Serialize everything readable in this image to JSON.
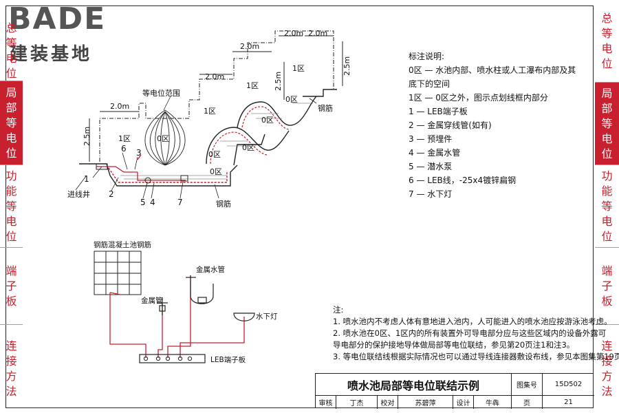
{
  "logo": {
    "word": "BADE",
    "subtitle": "建装基地"
  },
  "left_tabs": [
    {
      "label": "总等电位",
      "active": false
    },
    {
      "label": "局部等电位",
      "active": true
    },
    {
      "label": "功能等电位",
      "active": false
    },
    {
      "label": "端子板",
      "active": false
    },
    {
      "label": "连接方法",
      "active": false
    }
  ],
  "right_tabs": [
    {
      "label": "总等电位",
      "active": false
    },
    {
      "label": "局部等电位",
      "active": true
    },
    {
      "label": "功能等电位",
      "active": false
    },
    {
      "label": "端子板",
      "active": false
    },
    {
      "label": "连接方法",
      "active": false
    }
  ],
  "diagram": {
    "dim_2m": "2.0m",
    "dim_25m": "2.5m",
    "zone0": "0区",
    "zone1": "1区",
    "equip_range": "等电位范围",
    "rebar": "钢筋",
    "inlet_well": "进线井",
    "callouts": [
      "1",
      "2",
      "3",
      "4",
      "5",
      "6",
      "7"
    ],
    "bottom_labels": {
      "rebar_concrete": "钢筋混凝土池钢筋",
      "metal_water_pipe": "金属水管",
      "metal_pipe": "金属管",
      "underwater_light": "水下灯",
      "leb_board": "LEB端子板"
    }
  },
  "legend": {
    "title": "标注说明:",
    "lines": [
      "0区 — 水池内部、喷水柱或人工瀑布内部及其",
      "         底下的空间",
      "1区 — 0区之外，图示点划线框内部分",
      "  1 — LEB端子板",
      "  2 — 金属穿线管(如有)",
      "  3 — 预埋件",
      "  4 — 金属水管",
      "  5 — 潜水泵",
      "  6 — LEB线，-25x4镀锌扁钢",
      "  7 — 水下灯"
    ]
  },
  "notes": {
    "title": "注:",
    "lines": [
      "1. 喷水池内不考虑人体有意地进入池内，人可能进入的喷水池应按游泳池考虑。",
      "2. 喷水池在0区、1区内的所有装置外可导电部分应与这些区域内的设备外露可",
      "    导电部分的保护接地导体做局部等电位联结，参见第20页注1和注3。",
      "3. 等电位联结线根据实际情况也可以通过导线连接器敷设布线，参见本图集第19页。"
    ]
  },
  "titleblock": {
    "title": "喷水池局部等电位联结示例",
    "atlas_label": "图集号",
    "atlas_no": "15D502",
    "page_label": "页",
    "page_no": "21",
    "row2": [
      "审核",
      "丁杰",
      "校对",
      "苏碧萍",
      "设计",
      "牛犇"
    ]
  }
}
